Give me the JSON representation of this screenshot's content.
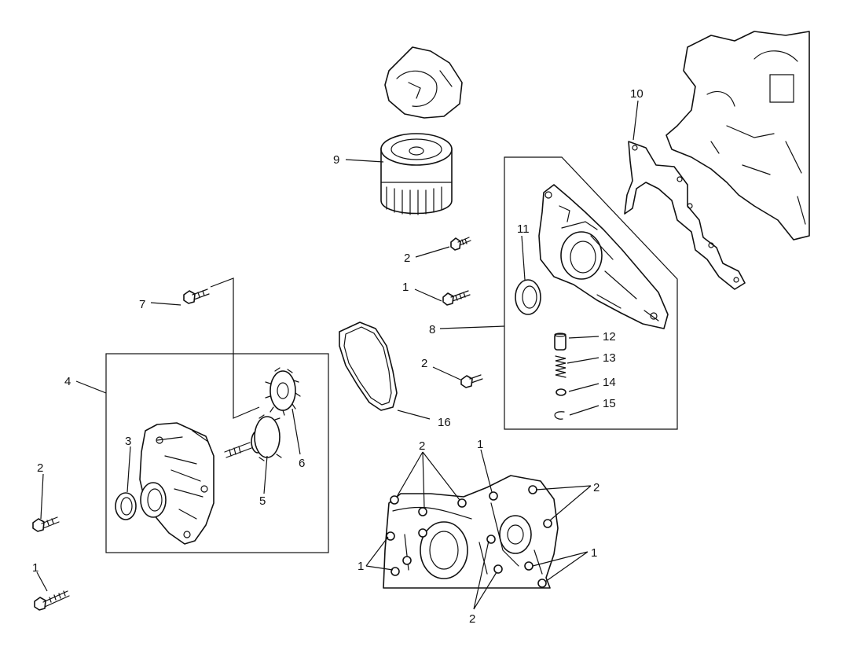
{
  "figure": {
    "background": "#ffffff",
    "ink": "#111111"
  },
  "callouts": {
    "c1a": "1",
    "c1b": "1",
    "c1c": "1",
    "c1d": "1",
    "c1e": "1",
    "c2a": "2",
    "c2b": "2",
    "c2c": "2",
    "c2d": "2",
    "c2e": "2",
    "c2f": "2",
    "c3": "3",
    "c4": "4",
    "c5": "5",
    "c6": "6",
    "c7": "7",
    "c8": "8",
    "c9": "9",
    "c10": "10",
    "c11": "11",
    "c12": "12",
    "c13": "13",
    "c14": "14",
    "c15": "15",
    "c16": "16"
  },
  "icons": [
    "oil-filter-icon",
    "oil-pump-icon",
    "gear-icon",
    "oil-seal-icon",
    "bolt-icon",
    "gasket-icon",
    "timing-cover-icon",
    "spring-icon",
    "engine-block-icon"
  ]
}
